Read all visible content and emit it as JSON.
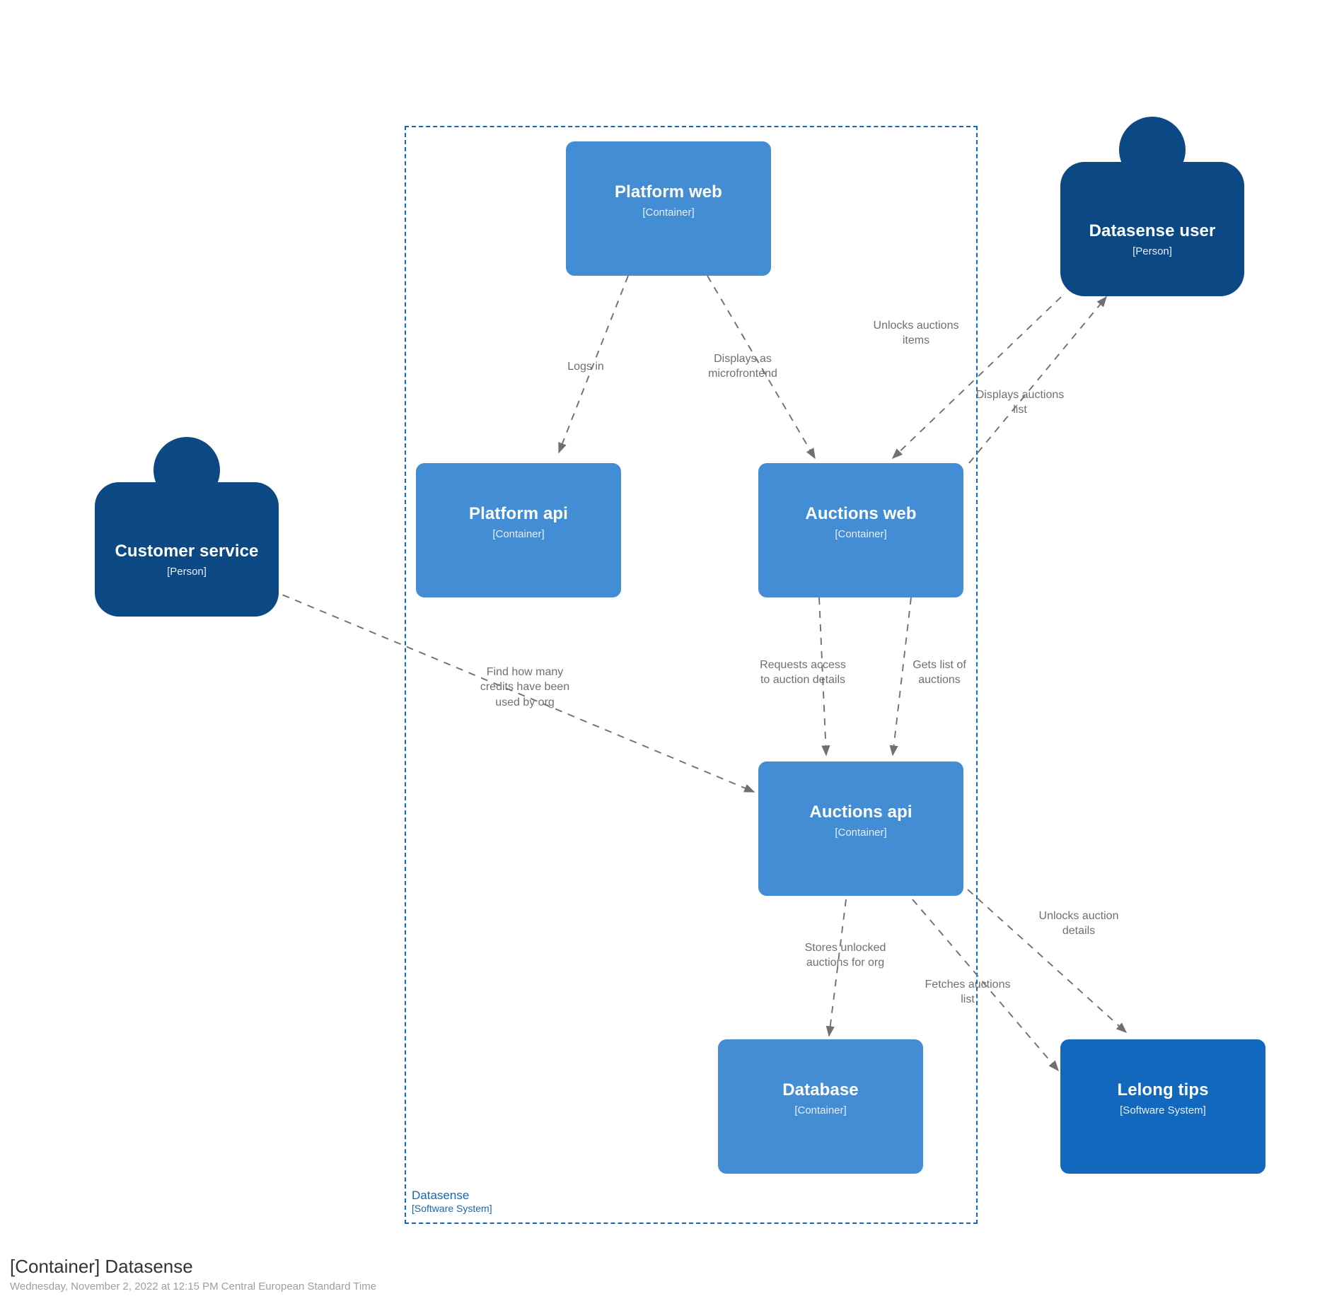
{
  "diagram": {
    "title": "[Container] Datasense",
    "subtitle": "Wednesday, November 2, 2022 at 12:15 PM Central European Standard Time",
    "type": "c4-container-diagram"
  },
  "boundary": {
    "name": "Datasense",
    "type": "[Software System]",
    "color": "#1168bd"
  },
  "colors": {
    "container": "#438dd5",
    "person": "#0b4884",
    "software_system": "#1168bd",
    "boundary": "#1168bd",
    "edge": "#707070",
    "edge_label": "#707070",
    "caption_title": "#333333",
    "caption_sub": "#9aa0a6"
  },
  "nodes": [
    {
      "id": "platform-web",
      "name": "Platform web",
      "type": "[Container]",
      "shape": "container"
    },
    {
      "id": "platform-api",
      "name": "Platform api",
      "type": "[Container]",
      "shape": "container"
    },
    {
      "id": "auctions-web",
      "name": "Auctions web",
      "type": "[Container]",
      "shape": "container"
    },
    {
      "id": "auctions-api",
      "name": "Auctions api",
      "type": "[Container]",
      "shape": "container"
    },
    {
      "id": "database",
      "name": "Database",
      "type": "[Container]",
      "shape": "container"
    },
    {
      "id": "lelong-tips",
      "name": "Lelong tips",
      "type": "[Software System]",
      "shape": "system"
    },
    {
      "id": "customer-service",
      "name": "Customer service",
      "type": "[Person]",
      "shape": "person"
    },
    {
      "id": "datasense-user",
      "name": "Datasense user",
      "type": "[Person]",
      "shape": "person"
    }
  ],
  "edges": [
    {
      "id": "e1",
      "from": "platform-web",
      "to": "platform-api",
      "label": "Logs in"
    },
    {
      "id": "e2",
      "from": "platform-web",
      "to": "auctions-web",
      "label": "Displays as\nmicrofrontend"
    },
    {
      "id": "e3",
      "from": "datasense-user",
      "to": "auctions-web",
      "label": "Unlocks auctions\nitems"
    },
    {
      "id": "e4",
      "from": "auctions-web",
      "to": "datasense-user",
      "label": "Displays auctions\nlist"
    },
    {
      "id": "e5",
      "from": "auctions-web",
      "to": "auctions-api",
      "label": "Requests access\nto auction details"
    },
    {
      "id": "e6",
      "from": "auctions-web",
      "to": "auctions-api",
      "label": "Gets list of\nauctions"
    },
    {
      "id": "e7",
      "from": "customer-service",
      "to": "auctions-api",
      "label": "Find how many\ncredits have been\nused by org"
    },
    {
      "id": "e8",
      "from": "auctions-api",
      "to": "database",
      "label": "Stores unlocked\nauctions for org"
    },
    {
      "id": "e9",
      "from": "auctions-api",
      "to": "lelong-tips",
      "label": "Fetches auctions\nlist"
    },
    {
      "id": "e10",
      "from": "auctions-api",
      "to": "lelong-tips",
      "label": "Unlocks auction\ndetails"
    }
  ]
}
